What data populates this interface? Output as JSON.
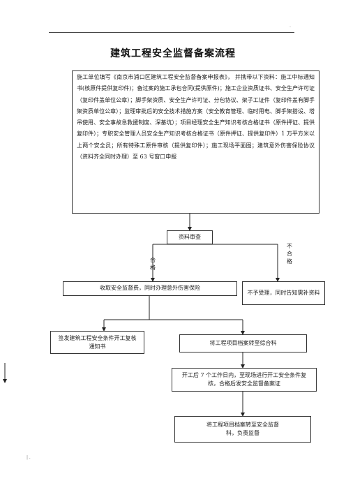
{
  "header": {
    "mark": "··"
  },
  "footer": {
    "mark": "|  ."
  },
  "title": "建筑工程安全监督备案流程",
  "boxes": {
    "application": "施工单位填写《南京市浦口区建筑工程安全监督备案申报表》， 并携带以下资料：施工中标通知书(核原件提供复印件)；备过案的施工承包合同(提供原件)；施工企业资质证书、安全生产许可证（复印件盖单位公章）；脚手架资质、安全生产许可证、分包协议、架子工证件（复印件盖有脚手架资质单位公章）；监理审批后的安全技术措施方案（安全教育管理、临时用电、脚手架搭设、塔吊使用、安全事故急救援制度、深基坑）；项目经理安全生产知识考核合格证书（原件押证、提供复印件）；专职安全管理人员安全生产知识考核合格证书（原件押证、提供复印件）1 万平方米以上两个安全员；所有特殊工原件审核（提供复印件）；施工现场平面图；建筑意外伤害保险协议（资料齐全同时办理）至 63 号窗口申报",
    "review": "资料审查",
    "collect_fee": "收取安全监督费，同时办理意外伤害保险",
    "reject": "不予受理，同时告知需补资料",
    "issue_notice": "签发建筑工程安全条件开工复核通知书",
    "transfer_general": "将工程项目档案转至综合科",
    "site_check": "开工后 7 个工作日内，至现场进行开工安全条件复核，合格后发安全监督备案证",
    "transfer_safety": "将工程项目档案转至安全监督科，负责监督"
  },
  "labels": {
    "pass": "合格",
    "fail": "不合格"
  }
}
